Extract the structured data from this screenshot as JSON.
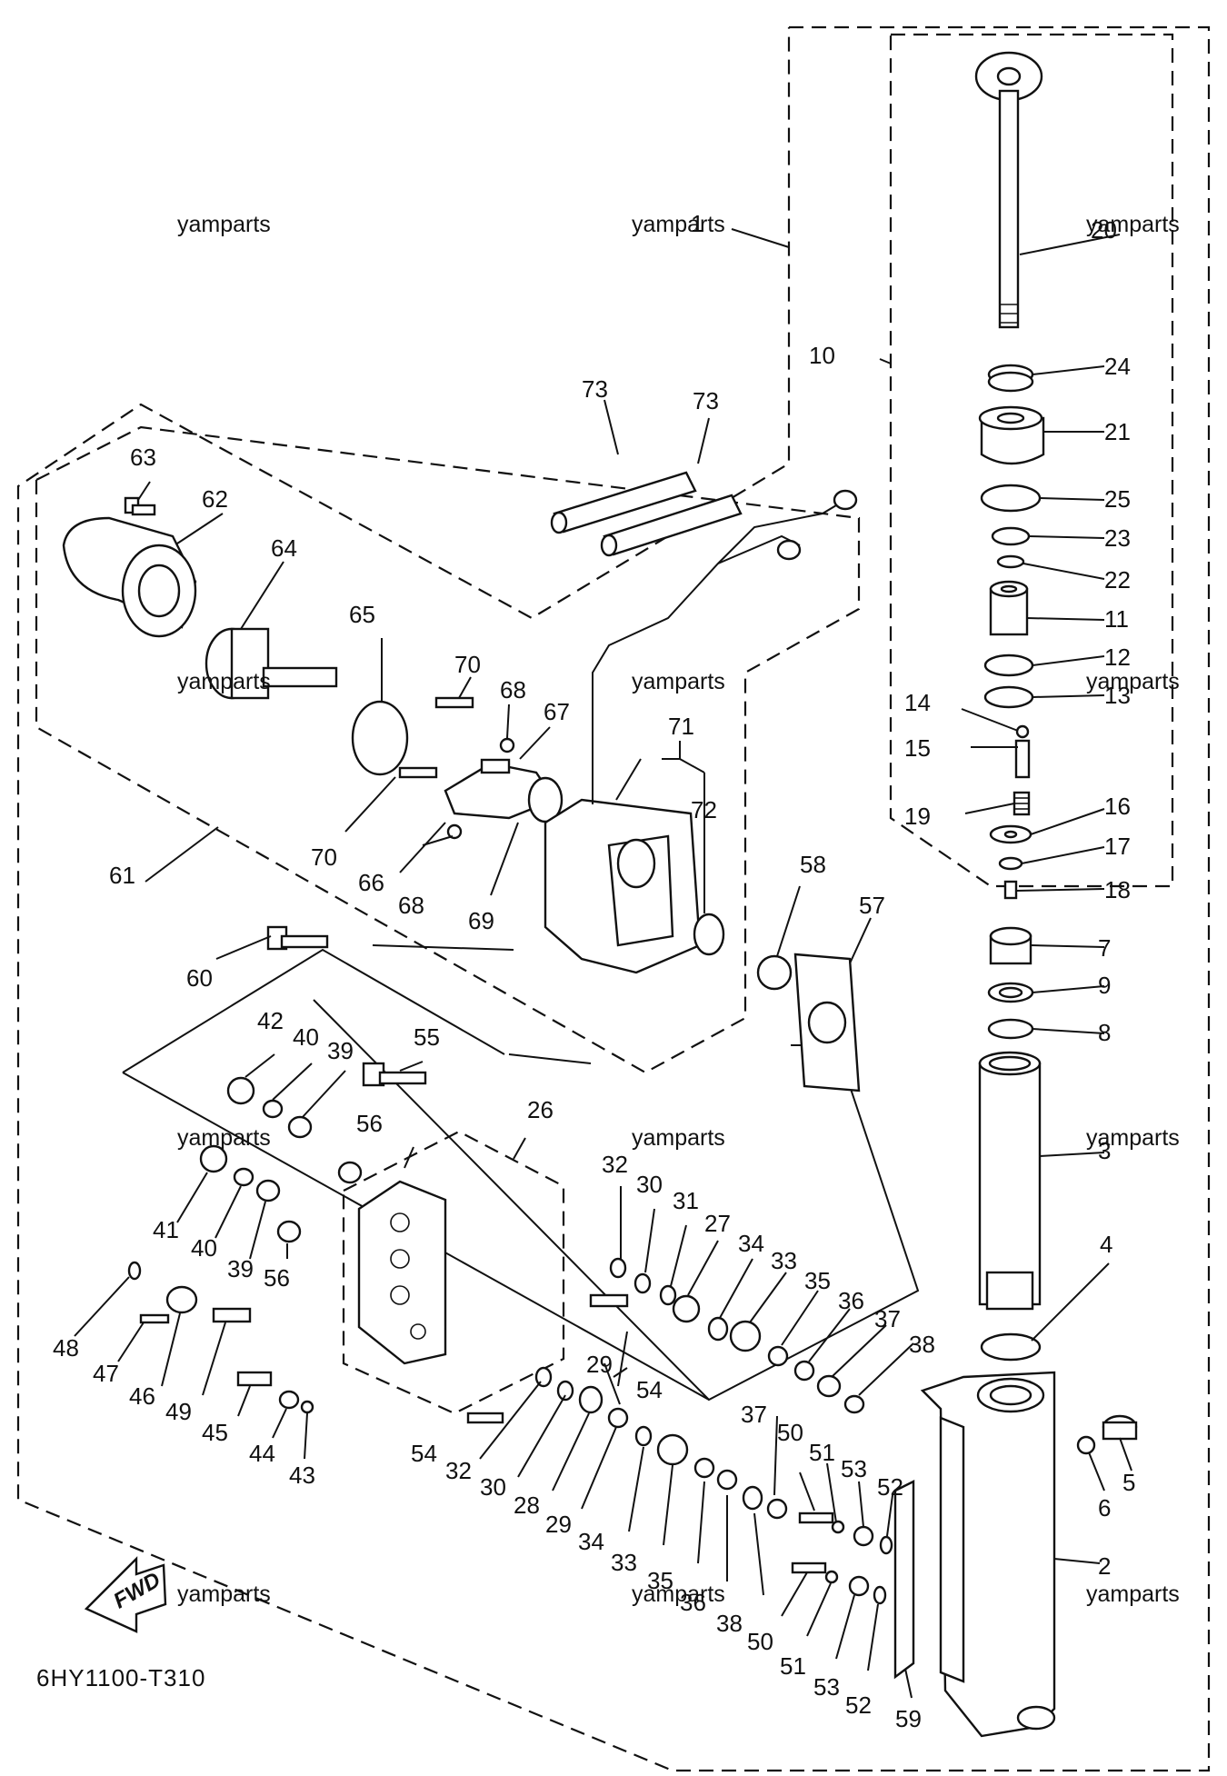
{
  "diagram_code": "6HY1100-T310",
  "watermark": "yamparts",
  "direction_label": "FWD",
  "callouts": [
    "1",
    "2",
    "3",
    "4",
    "5",
    "6",
    "7",
    "8",
    "9",
    "10",
    "11",
    "12",
    "13",
    "14",
    "15",
    "16",
    "17",
    "18",
    "19",
    "20",
    "21",
    "22",
    "23",
    "24",
    "25",
    "26",
    "27",
    "28",
    "29",
    "30",
    "31",
    "32",
    "33",
    "34",
    "35",
    "36",
    "37",
    "38",
    "39",
    "40",
    "41",
    "42",
    "43",
    "44",
    "45",
    "46",
    "47",
    "48",
    "49",
    "50",
    "51",
    "52",
    "53",
    "54",
    "55",
    "56",
    "57",
    "58",
    "59",
    "60",
    "61",
    "62",
    "63",
    "64",
    "65",
    "66",
    "67",
    "68",
    "69",
    "70",
    "71",
    "72",
    "73"
  ]
}
